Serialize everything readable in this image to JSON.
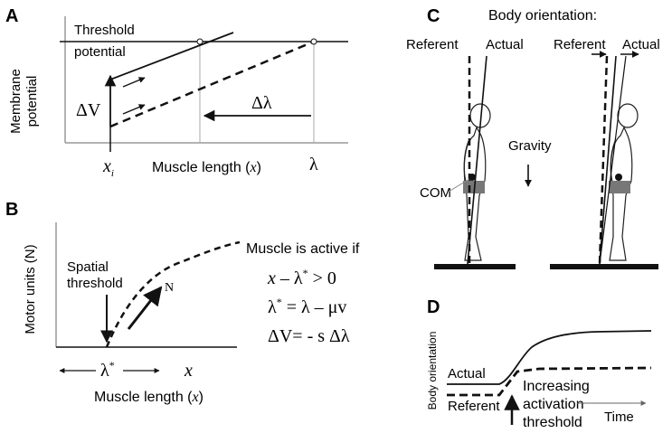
{
  "panel_a": {
    "letter": "A",
    "ylabel_1": "Membrane",
    "ylabel_2": "potential",
    "threshold_1": "Threshold",
    "threshold_2": "potential",
    "delta_v": "ΔV",
    "delta_lambda": "Δλ",
    "xi_main": "x",
    "xi_sub": "i",
    "xlabel_prefix": "Muscle length (",
    "xlabel_var": "x",
    "xlabel_suffix": ")",
    "lambda": "λ"
  },
  "panel_b": {
    "letter": "B",
    "ylabel": "Motor units (N)",
    "spatial_1": "Spatial",
    "spatial_2": "threshold",
    "curve_label": "N",
    "lambda_star": "λ",
    "star": "*",
    "x_tick": "x",
    "xlabel_prefix": "Muscle length (",
    "xlabel_var": "x",
    "xlabel_suffix": ")",
    "eq_title": "Muscle is active if",
    "eq1_x": "x",
    "eq1_rest": " – λ",
    "eq1_star": "*",
    "eq1_tail": " > 0",
    "eq2_lambda": "λ",
    "eq2_star": "*",
    "eq2_rest": " = λ – μv",
    "eq3": "ΔV= -  s Δλ"
  },
  "panel_c": {
    "letter": "C",
    "title": "Body orientation:",
    "referent_left": "Referent",
    "actual_left": "Actual",
    "referent_right": "Referent",
    "actual_right": "Actual",
    "gravity": "Gravity",
    "com": "COM"
  },
  "panel_d": {
    "letter": "D",
    "ylabel": "Body orientation",
    "actual": "Actual",
    "referent": "Referent",
    "note_1": "Increasing",
    "note_2": "activation",
    "note_3": "threshold",
    "time": "Time"
  }
}
